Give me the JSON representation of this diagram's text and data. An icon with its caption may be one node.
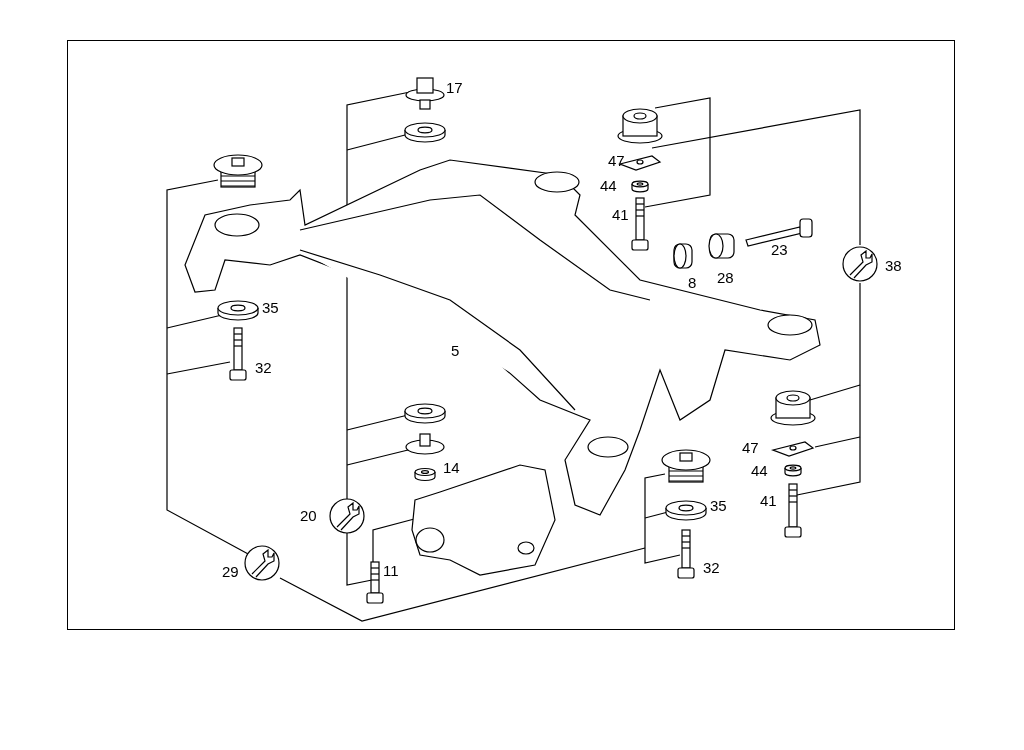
{
  "diagram": {
    "labels": [
      "17",
      "47",
      "44",
      "41",
      "23",
      "38",
      "28",
      "8",
      "35",
      "5",
      "32",
      "47",
      "14",
      "44",
      "41",
      "35",
      "20",
      "11",
      "32",
      "29"
    ]
  }
}
